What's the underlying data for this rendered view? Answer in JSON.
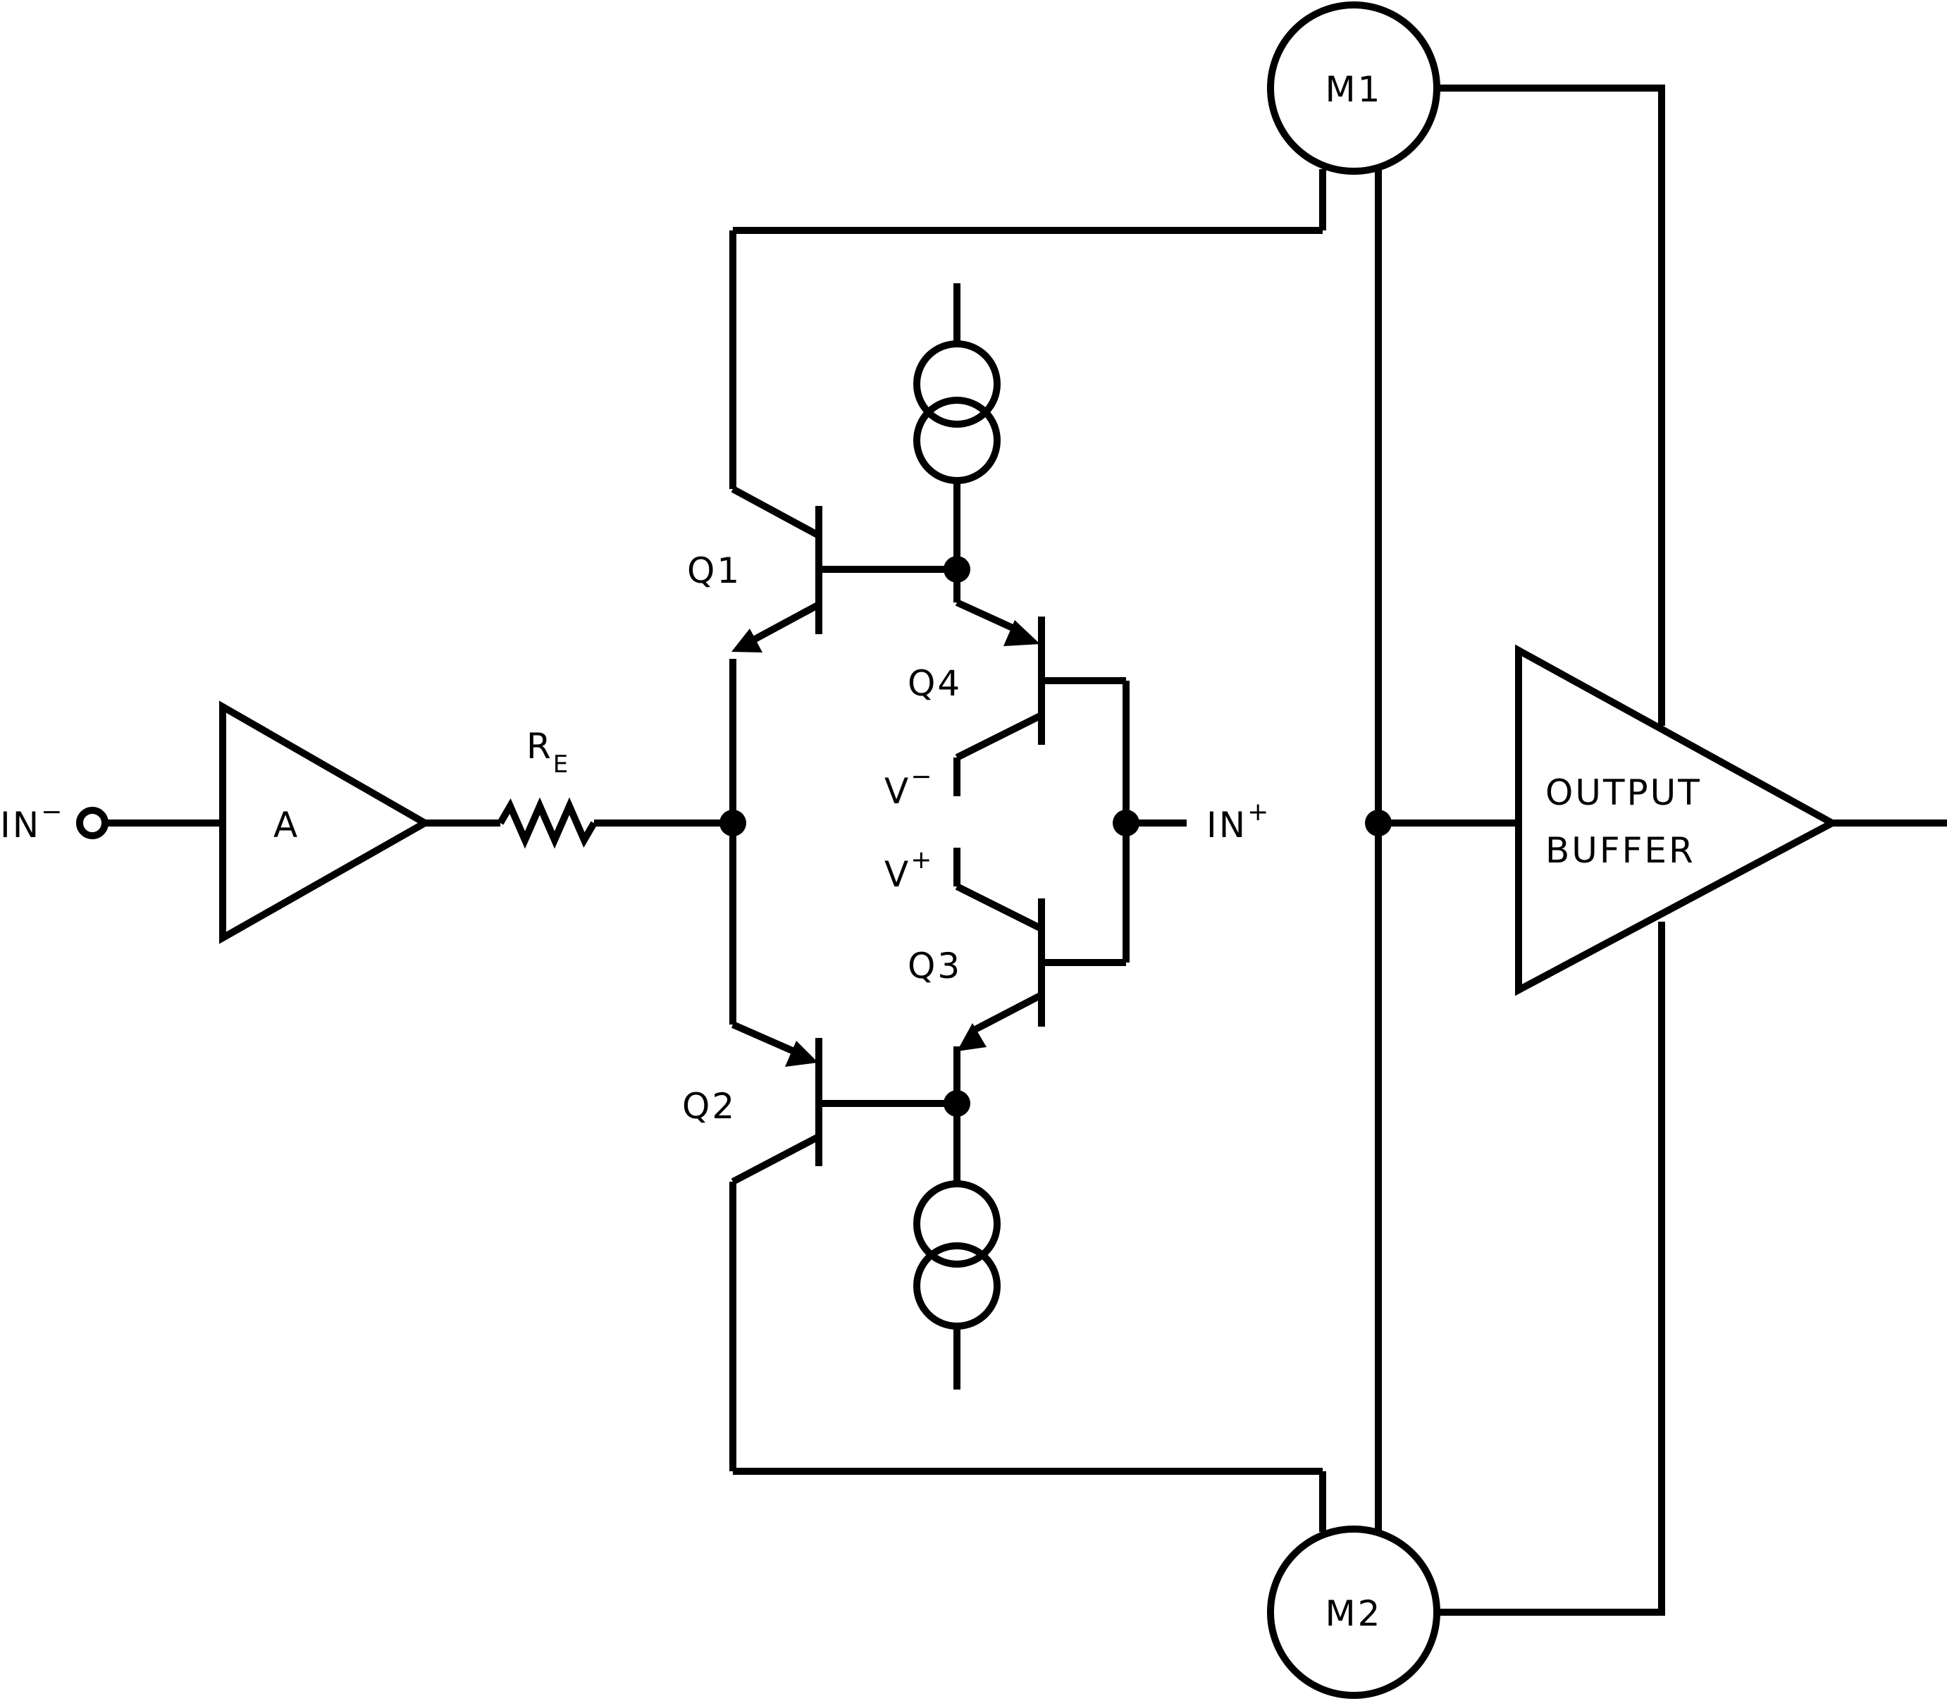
{
  "labels": {
    "in_minus": {
      "main": "IN",
      "sup": "−"
    },
    "in_plus": {
      "main": "IN",
      "sup": "+"
    },
    "amp": "A",
    "resistor": {
      "main": "R",
      "sub": "E"
    },
    "q1": "Q1",
    "q2": "Q2",
    "q3": "Q3",
    "q4": "Q4",
    "v_minus": {
      "main": "V",
      "sup": "−"
    },
    "v_plus": {
      "main": "V",
      "sup": "+"
    },
    "m1": "M1",
    "m2": "M2",
    "buffer_line1": "OUTPUT",
    "buffer_line2": "BUFFER"
  },
  "colors": {
    "ink": "#000000",
    "background": "#ffffff"
  }
}
